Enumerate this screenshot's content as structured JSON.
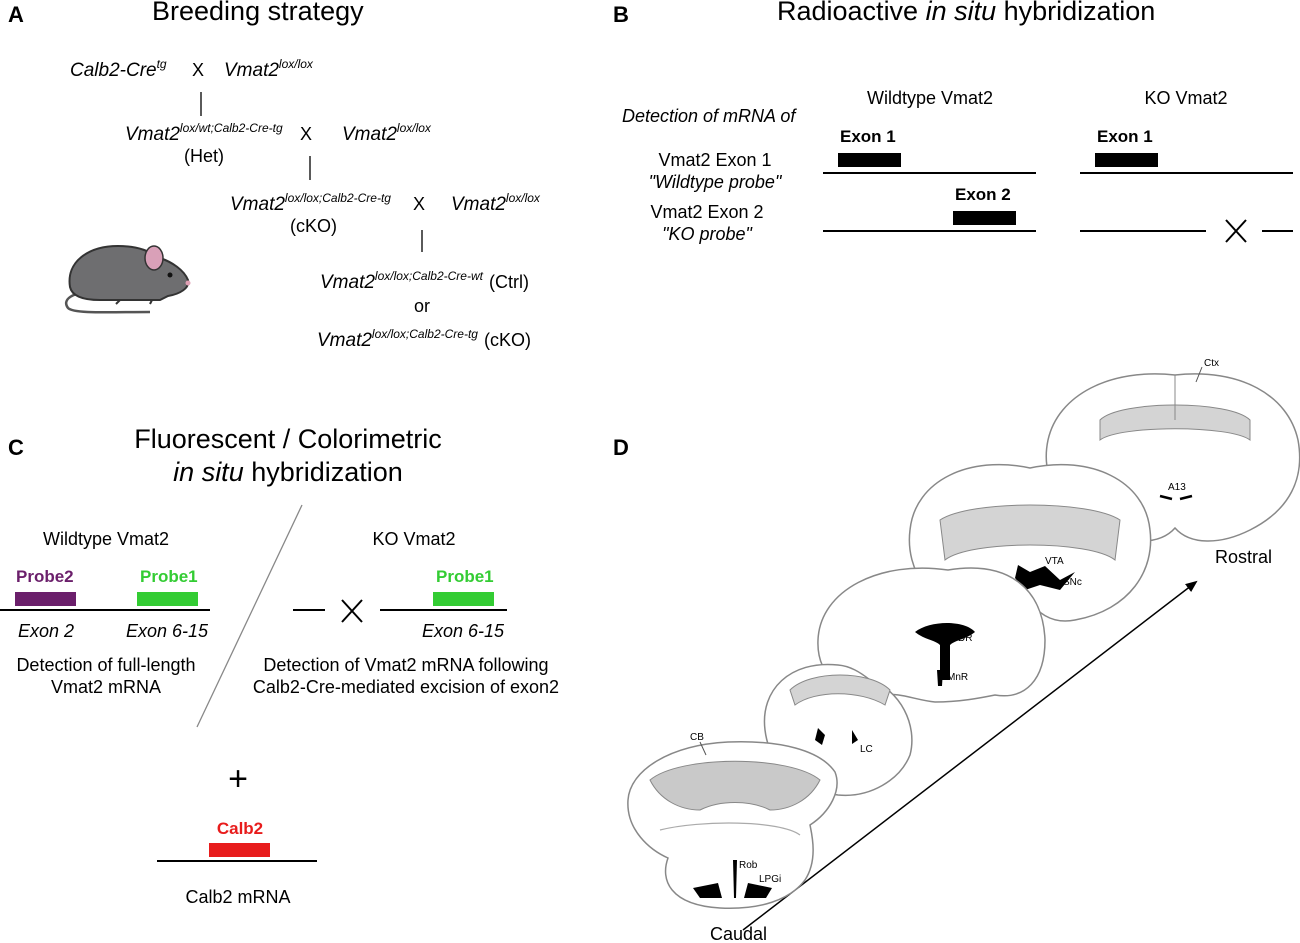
{
  "panels": {
    "a": {
      "label": "A",
      "title": "Breeding strategy",
      "cross1": {
        "left": "Calb2-Cre",
        "left_sup": "tg",
        "x": "X",
        "right": "Vmat2",
        "right_sup": "lox/lox"
      },
      "gen1": {
        "main": "Vmat2",
        "sup": "lox/wt;Calb2-Cre-tg",
        "note": "(Het)",
        "x": "X",
        "right": "Vmat2",
        "right_sup": "lox/lox"
      },
      "gen2": {
        "main": "Vmat2",
        "sup": "lox/lox;Calb2-Cre-tg",
        "note": "(cKO)",
        "x": "X",
        "right": "Vmat2",
        "right_sup": "lox/lox"
      },
      "gen3a": {
        "main": "Vmat2",
        "sup": "lox/lox;Calb2-Cre-wt",
        "note": "(Ctrl)"
      },
      "or": "or",
      "gen3b": {
        "main": "Vmat2",
        "sup": "lox/lox;Calb2-Cre-tg",
        "note": "(cKO)"
      }
    },
    "b": {
      "label": "B",
      "title_prefix": "Radioactive ",
      "title_italic": "in situ",
      "title_suffix": " hybridization",
      "detection": "Detection of mRNA of",
      "col_wt": "Wildtype Vmat2",
      "col_ko": "KO Vmat2",
      "row1_name": "Vmat2 Exon 1",
      "row1_probe": "\"Wildtype probe\"",
      "row2_name": "Vmat2 Exon 2",
      "row2_probe": "\"KO probe\"",
      "exon1": "Exon 1",
      "exon2": "Exon 2"
    },
    "c": {
      "label": "C",
      "title_line1": "Fluorescent / Colorimetric",
      "title_italic": "in situ",
      "title_suffix": " hybridization",
      "wt_title": "Wildtype Vmat2",
      "ko_title": "KO Vmat2",
      "probe2": "Probe2",
      "probe1": "Probe1",
      "exon2": "Exon 2",
      "exon615": "Exon 6-15",
      "wt_desc_1": "Detection of full-length",
      "wt_desc_2": "Vmat2 mRNA",
      "ko_desc_1": "Detection of Vmat2 mRNA following",
      "ko_desc_2": "Calb2-Cre-mediated excision of exon2",
      "plus": "+",
      "calb2_probe": "Calb2",
      "calb2_mrna": "Calb2 mRNA"
    },
    "d": {
      "label": "D",
      "rostral": "Rostral",
      "caudal": "Caudal",
      "regions": {
        "ctx": "Ctx",
        "a13": "A13",
        "vta": "VTA",
        "snc": "SNc",
        "dr": "DR",
        "mnr": "MnR",
        "lc": "LC",
        "cb": "CB",
        "rob": "Rob",
        "lpgi": "LPGi"
      }
    }
  },
  "colors": {
    "probe2": "#6b1f6b",
    "probe1": "#33cc33",
    "calb2": "#e81c1c",
    "mouse_body": "#6e6e70",
    "mouse_ear": "#d9a0b8",
    "brain_fill": "#ffffff",
    "brain_gray": "#c9c9c9"
  }
}
